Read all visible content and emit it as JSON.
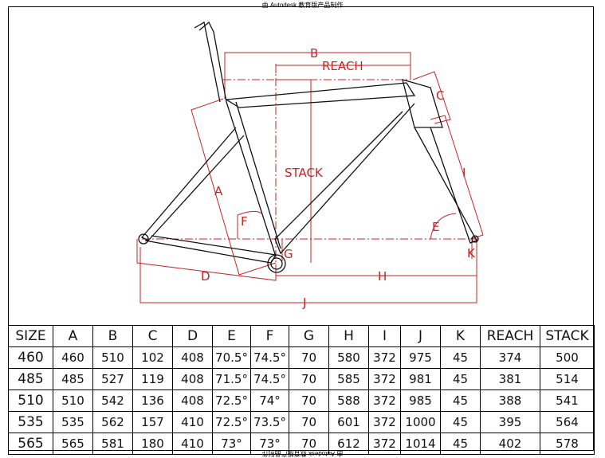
{
  "watermark": "由 Autodesk 教育版产品制作",
  "diagram": {
    "labels": {
      "b": "B",
      "reach": "REACH",
      "c": "C",
      "i": "I",
      "stack": "STACK",
      "a": "A",
      "f": "F",
      "g": "G",
      "e": "E",
      "k": "K",
      "d": "D",
      "h": "H",
      "j": "J"
    },
    "line_color": "#cc2222",
    "frame_color": "#111111"
  },
  "table": {
    "headers": [
      "SIZE",
      "A",
      "B",
      "C",
      "D",
      "E",
      "F",
      "G",
      "H",
      "I",
      "J",
      "K",
      "REACH",
      "STACK"
    ],
    "rows": [
      [
        "460",
        "460",
        "510",
        "102",
        "408",
        "70.5°",
        "74.5°",
        "70",
        "580",
        "372",
        "975",
        "45",
        "374",
        "500"
      ],
      [
        "485",
        "485",
        "527",
        "119",
        "408",
        "71.5°",
        "74.5°",
        "70",
        "585",
        "372",
        "981",
        "45",
        "381",
        "514"
      ],
      [
        "510",
        "510",
        "542",
        "136",
        "408",
        "72.5°",
        "74°",
        "70",
        "588",
        "372",
        "985",
        "45",
        "388",
        "541"
      ],
      [
        "535",
        "535",
        "562",
        "157",
        "410",
        "72.5°",
        "73.5°",
        "70",
        "601",
        "372",
        "1000",
        "45",
        "395",
        "564"
      ],
      [
        "565",
        "565",
        "581",
        "180",
        "410",
        "73°",
        "73°",
        "70",
        "612",
        "372",
        "1014",
        "45",
        "402",
        "578"
      ]
    ]
  }
}
